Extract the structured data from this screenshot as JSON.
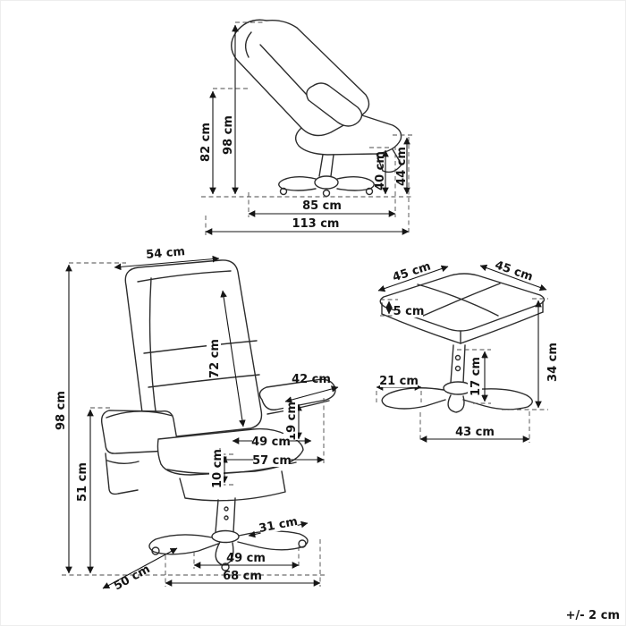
{
  "tolerance": {
    "note": "+/- 2 cm"
  },
  "colors": {
    "line": "#2d2d2d",
    "label": "#141414",
    "background": "#ffffff"
  },
  "views": {
    "reclined": {
      "name": "recliner-side-reclined-view",
      "dims": {
        "back_height": "82 cm",
        "total_height": "98 cm",
        "seat_height": "40 cm",
        "armrest_height": "44 cm",
        "seat_depth": "85 cm",
        "total_depth": "113 cm"
      }
    },
    "upright": {
      "name": "recliner-upright-view",
      "dims": {
        "backrest_width": "54 cm",
        "backrest_height": "72 cm",
        "armrest_length": "42 cm",
        "armrest_thickness": "19 cm",
        "seat_width": "49 cm",
        "seat_outer_width": "57 cm",
        "seat_cushion_thickness": "10 cm",
        "total_height": "98 cm",
        "seat_floor_height": "51 cm",
        "base_leg_length": "31 cm",
        "base_width": "49 cm",
        "total_width": "68 cm",
        "seat_depth": "50 cm"
      }
    },
    "ottoman": {
      "name": "ottoman-view",
      "dims": {
        "top_width": "45 cm",
        "top_depth": "45 cm",
        "cushion_thickness": "5 cm",
        "foot_length": "21 cm",
        "column_height": "17 cm",
        "total_height": "34 cm",
        "base_width": "43 cm"
      }
    }
  }
}
